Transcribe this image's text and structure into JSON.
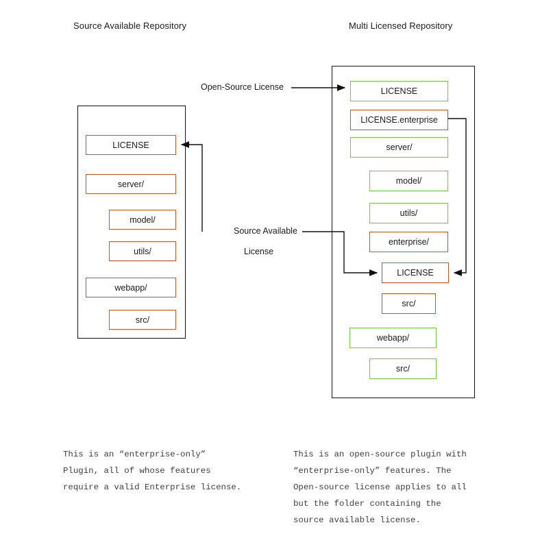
{
  "headers": {
    "left": "Source Available Repository",
    "right": "Multi Licensed Repository"
  },
  "colors": {
    "enterprise_orange": "#C0562A",
    "opensource_green": "#7CC242",
    "panel_border": "#111111",
    "wire": "#111111",
    "caption_text": "#3d3d3d"
  },
  "edge_labels": {
    "open_source": "Open-Source License",
    "source_available_line1": "Source Available",
    "source_available_line2": "License"
  },
  "left_panel": {
    "nodes": [
      {
        "label": "LICENSE",
        "color": "orange",
        "indent": 0
      },
      {
        "label": "server/",
        "color": "orange",
        "indent": 0
      },
      {
        "label": "model/",
        "color": "orange",
        "indent": 1
      },
      {
        "label": "utils/",
        "color": "orange",
        "indent": 1
      },
      {
        "label": "webapp/",
        "color": "orange",
        "indent": 0
      },
      {
        "label": "src/",
        "color": "orange",
        "indent": 1
      }
    ]
  },
  "right_panel": {
    "nodes": [
      {
        "label": "LICENSE",
        "color": "green",
        "indent": 0
      },
      {
        "label": "LICENSE.enterprise",
        "color": "orange",
        "indent": 0
      },
      {
        "label": "server/",
        "color": "green",
        "indent": 0
      },
      {
        "label": "model/",
        "color": "green",
        "indent": 1
      },
      {
        "label": "utils/",
        "color": "green",
        "indent": 1
      },
      {
        "label": "enterprise/",
        "color": "orange",
        "indent": 1
      },
      {
        "label": "LICENSE",
        "color": "orange",
        "indent": 2
      },
      {
        "label": "src/",
        "color": "orange",
        "indent": 2
      },
      {
        "label": "webapp/",
        "color": "green",
        "indent": 0
      },
      {
        "label": "src/",
        "color": "green",
        "indent": 1
      }
    ]
  },
  "captions": {
    "left": "This is an “enterprise-only”\nPlugin, all of whose features\nrequire a valid Enterprise license.",
    "right": "This is an open-source plugin with\n“enterprise-only” features. The\nOpen-source license applies to all\nbut the folder containing the\nsource available license."
  }
}
